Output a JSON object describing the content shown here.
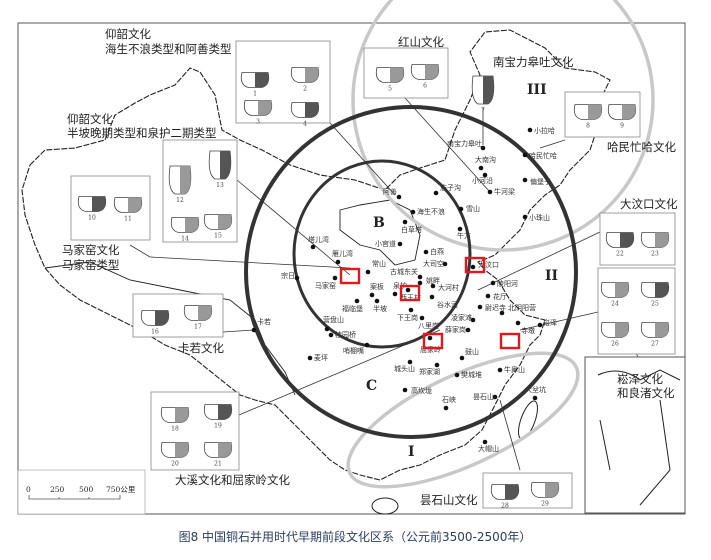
{
  "caption": "图8 中国铜石并用时代早期前段文化区系（公元前3500-2500年）",
  "cultures": {
    "yangshao_a_1": "仰韶文化",
    "yangshao_a_2": "海生不浪类型和阿善类型",
    "yangshao_b_1": "仰韶文化",
    "yangshao_b_2": "半坡晚期类型和泉护二期类型",
    "majiayao_1": "马家窑文化",
    "majiayao_2": "马家窑类型",
    "hongshan": "红山文化",
    "nanbaoligaotu": "南宝力皋吐文化",
    "haminmangha": "哈民忙哈文化",
    "dawenkou": "大汶口文化",
    "songze_1": "崧泽文化",
    "songze_2": "和良渚文化",
    "karuo": "卡若文化",
    "daxi": "大溪文化和屈家岭文化",
    "tanshishan": "昙石山文化"
  },
  "zones": {
    "III": "III",
    "II": "II",
    "I": "I",
    "B": "B",
    "C": "C"
  },
  "scale": {
    "t0": "0",
    "t1": "250",
    "t2": "500",
    "t3": "750公里"
  },
  "sites": [
    "塔儿湾",
    "雁儿湾",
    "常山",
    "宗日",
    "马家窑",
    "案板",
    "泉护",
    "福临堡",
    "半坡",
    "下王岗",
    "八里岗",
    "古城东关",
    "西王村",
    "姚畔",
    "大河村",
    "谷水河",
    "白燕",
    "大司空",
    "大汶口",
    "陵阳河",
    "花厅",
    "尉迟寺",
    "北阴阳营",
    "凌家滩",
    "薛家岗",
    "寺墩",
    "崧泽",
    "小官道",
    "阿善",
    "海生不浪",
    "白草塔",
    "庙子沟",
    "雪山",
    "午方",
    "南宝力皋吐",
    "大南沟",
    "小河沿",
    "牛河梁",
    "偏堡子",
    "哈民忙哈",
    "小拉哈",
    "小珠山",
    "卡若",
    "营盘山",
    "桂园桥",
    "哨棚嘴",
    "麦坪",
    "城头山",
    "郑家湖",
    "樊城堆",
    "牛鼻山",
    "高坎垅",
    "石峡",
    "昙石山",
    "大帽山",
    "大坌坑",
    "鼓山",
    "屈家岭"
  ],
  "highlight_color": "#e0191f",
  "vessel_numbers": [
    "1",
    "2",
    "3",
    "4",
    "5",
    "6",
    "7",
    "8",
    "9",
    "10",
    "11",
    "12",
    "13",
    "14",
    "15",
    "16",
    "17",
    "18",
    "19",
    "20",
    "21",
    "22",
    "23",
    "24",
    "25",
    "26",
    "27",
    "28",
    "29"
  ]
}
